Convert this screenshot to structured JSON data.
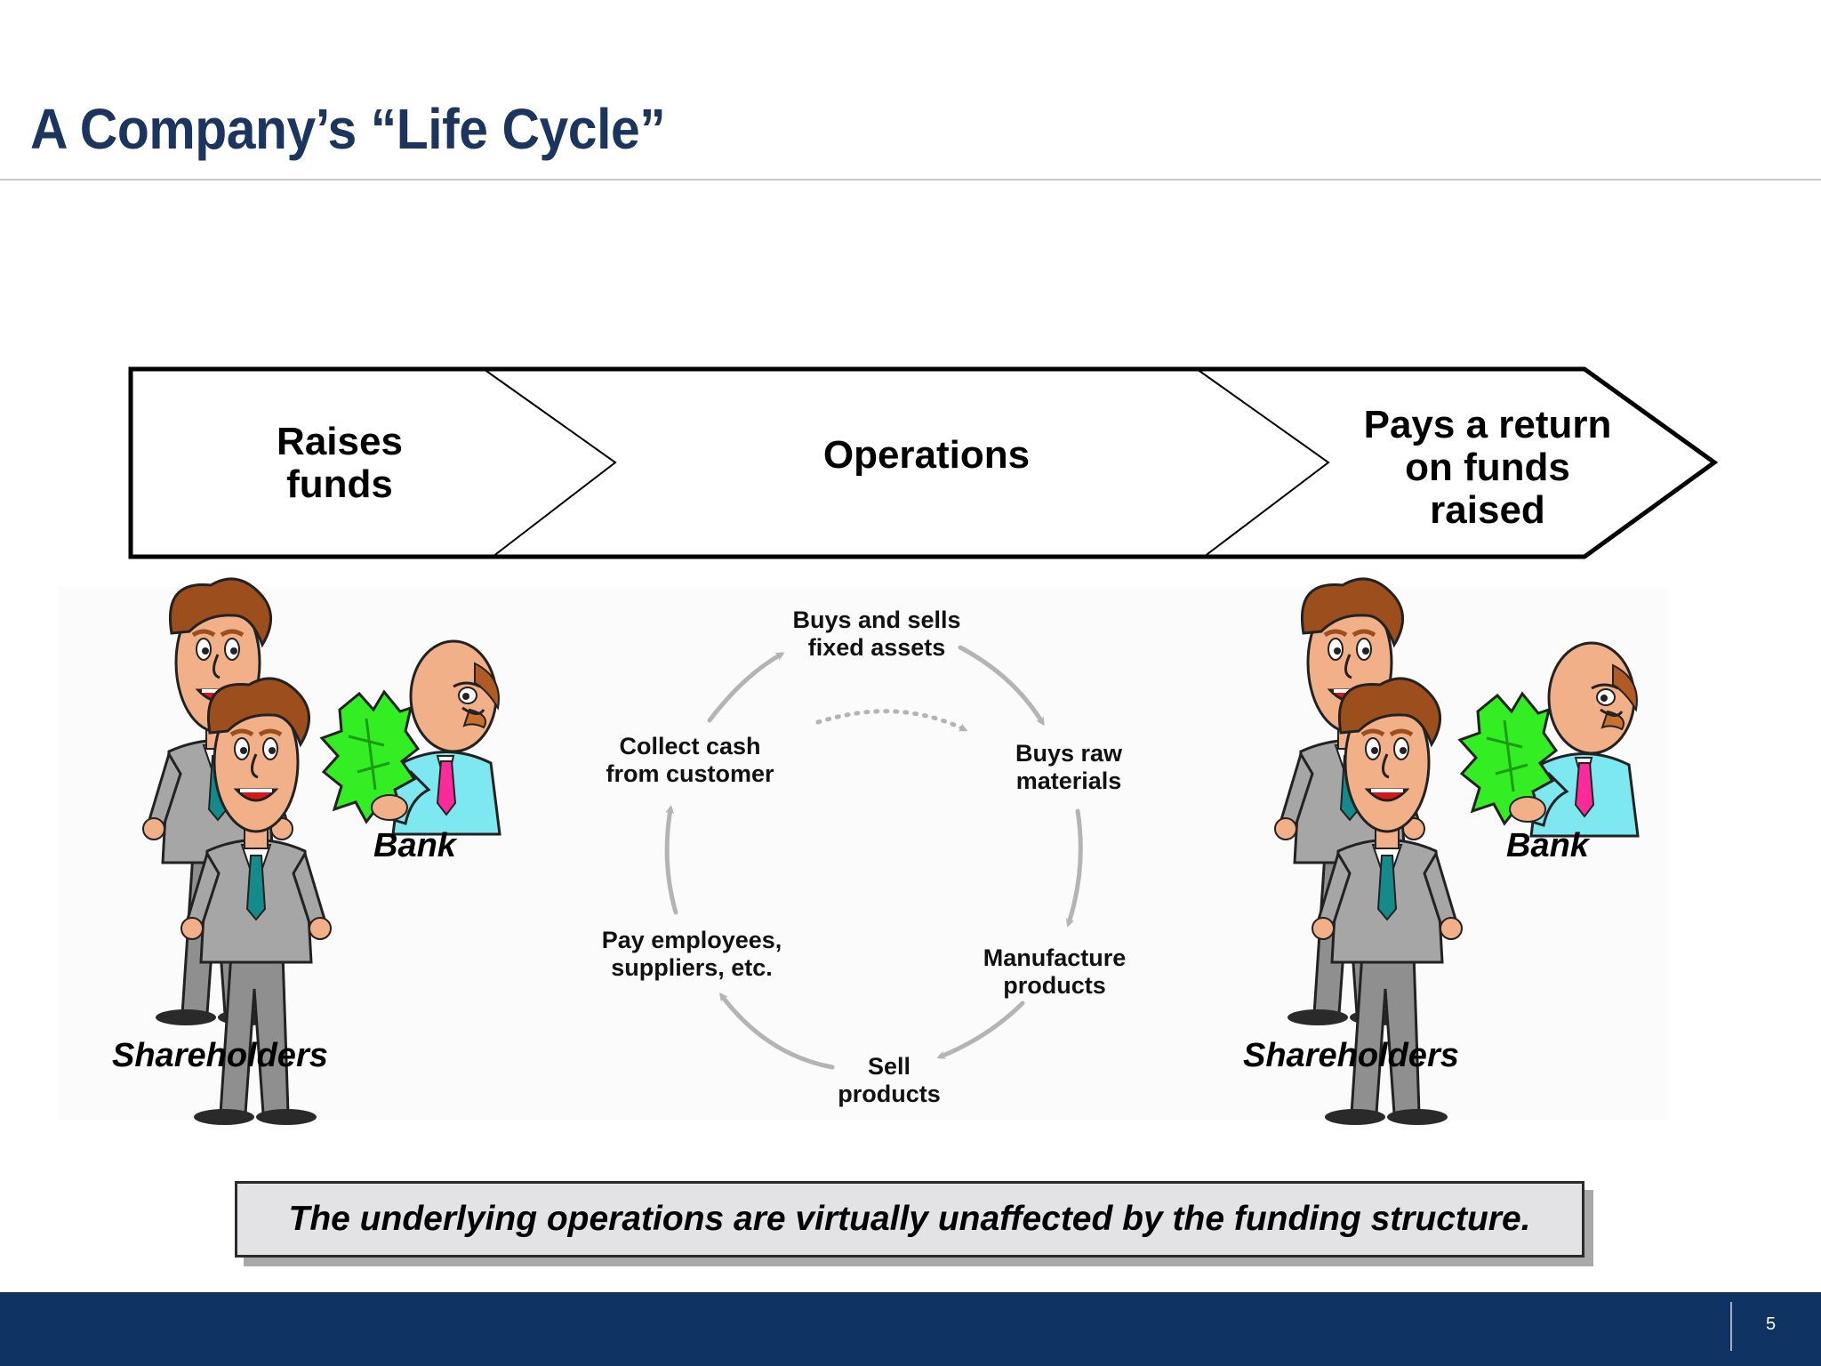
{
  "slide": {
    "title": "A Company’s “Life Cycle”",
    "page_number": "5"
  },
  "stages": [
    {
      "label_lines": [
        "Raises",
        "funds"
      ]
    },
    {
      "label_lines": [
        "Operations"
      ]
    },
    {
      "label_lines": [
        "Pays a return",
        "on funds",
        "raised"
      ]
    }
  ],
  "cycle": {
    "items": [
      {
        "lines": [
          "Buys and sells",
          "fixed assets"
        ]
      },
      {
        "lines": [
          "Buys raw",
          "materials"
        ]
      },
      {
        "lines": [
          "Manufacture",
          "products"
        ]
      },
      {
        "lines": [
          "Sell",
          "products"
        ]
      },
      {
        "lines": [
          "Pay employees,",
          "suppliers, etc."
        ]
      },
      {
        "lines": [
          "Collect cash",
          "from customer"
        ]
      }
    ]
  },
  "left_group": {
    "shareholders_label": "Shareholders",
    "bank_label": "Bank"
  },
  "right_group": {
    "shareholders_label": "Shareholders",
    "bank_label": "Bank"
  },
  "callout": {
    "text": "The underlying operations are virtually unaffected by the funding structure."
  },
  "colors": {
    "title": "#1b355e",
    "footer": "#0f3464",
    "arrow_gray": "#b4b4b4",
    "money_green": "#33ee22",
    "shirt_cyan": "#7ee8f0",
    "suit_gray": "#a6a6a6",
    "skin": "#f2b089",
    "hair": "#9c4e1c"
  }
}
